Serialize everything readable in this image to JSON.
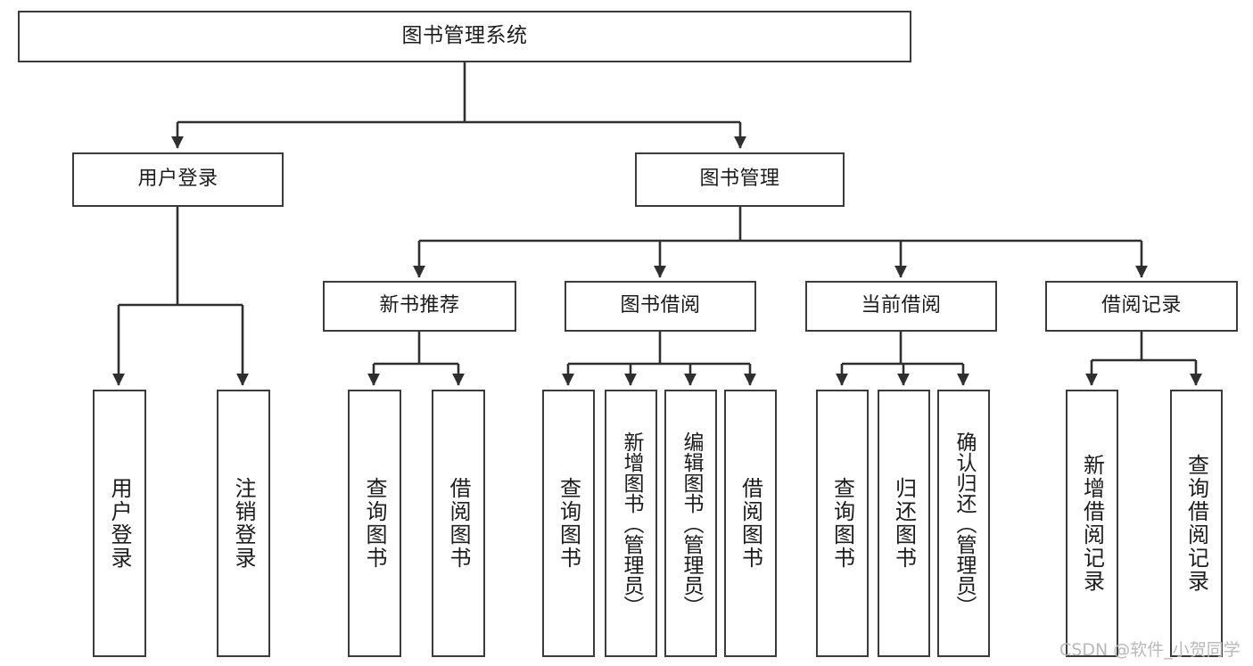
{
  "diagram": {
    "title": "图书管理系统",
    "type": "tree-hierarchy",
    "stroke_color": "#3b3b3b",
    "fill_color": "#ffffff",
    "text_color": "#1c1c1c",
    "watermark": "CSDN @软件_小贺同学",
    "levels": {
      "root": {
        "label": "图书管理系统"
      },
      "level2": [
        {
          "label": "用户登录"
        },
        {
          "label": "图书管理"
        }
      ],
      "level3": [
        {
          "label": "新书推荐"
        },
        {
          "label": "图书借阅"
        },
        {
          "label": "当前借阅"
        },
        {
          "label": "借阅记录"
        }
      ],
      "leaves": {
        "user_login": [
          {
            "label": "用户登录"
          },
          {
            "label": "注销登录"
          }
        ],
        "new_book_recommend": [
          {
            "label": "查询图书"
          },
          {
            "label": "借阅图书"
          }
        ],
        "book_borrow": [
          {
            "label": "查询图书"
          },
          {
            "label": "新增图书（管理员）"
          },
          {
            "label": "编辑图书（管理员）"
          },
          {
            "label": "借阅图书"
          }
        ],
        "current_borrow": [
          {
            "label": "查询图书"
          },
          {
            "label": "归还图书"
          },
          {
            "label": "确认归还（管理员）"
          }
        ],
        "borrow_record": [
          {
            "label": "新增借阅记录"
          },
          {
            "label": "查询借阅记录"
          }
        ]
      }
    }
  }
}
